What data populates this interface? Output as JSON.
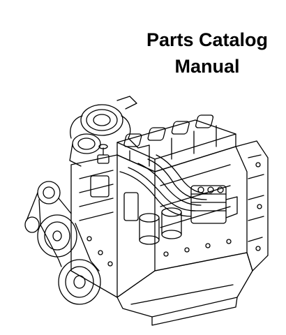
{
  "document": {
    "title_line1": "Parts Catalog",
    "title_line2": "Manual"
  },
  "illustration": {
    "subject": "diesel-engine-line-drawing",
    "ink_color": "#000000",
    "paper_color": "#ffffff"
  }
}
